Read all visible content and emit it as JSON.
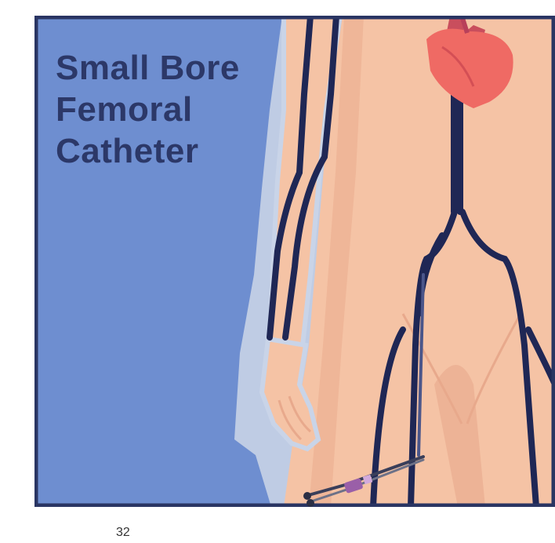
{
  "slide": {
    "title_lines": [
      "Small Bore",
      "Femoral",
      "Catheter"
    ],
    "page_number": "32"
  },
  "illustration": {
    "subject": "human-body-venous-anatomy",
    "elements": [
      "arm-icon",
      "torso-icon",
      "heart-icon",
      "vein-network",
      "femoral-catheter-icon",
      "hand-icon"
    ],
    "colors": {
      "background": "#6e8ed0",
      "frame": "#2a3563",
      "skin": "#f5c3a5",
      "skin_shadow": "#e8a98c",
      "vein": "#1f2755",
      "heart": "#ef6a64",
      "catheter_hub": "#9a5fa8",
      "title_text": "#2c3868"
    }
  }
}
